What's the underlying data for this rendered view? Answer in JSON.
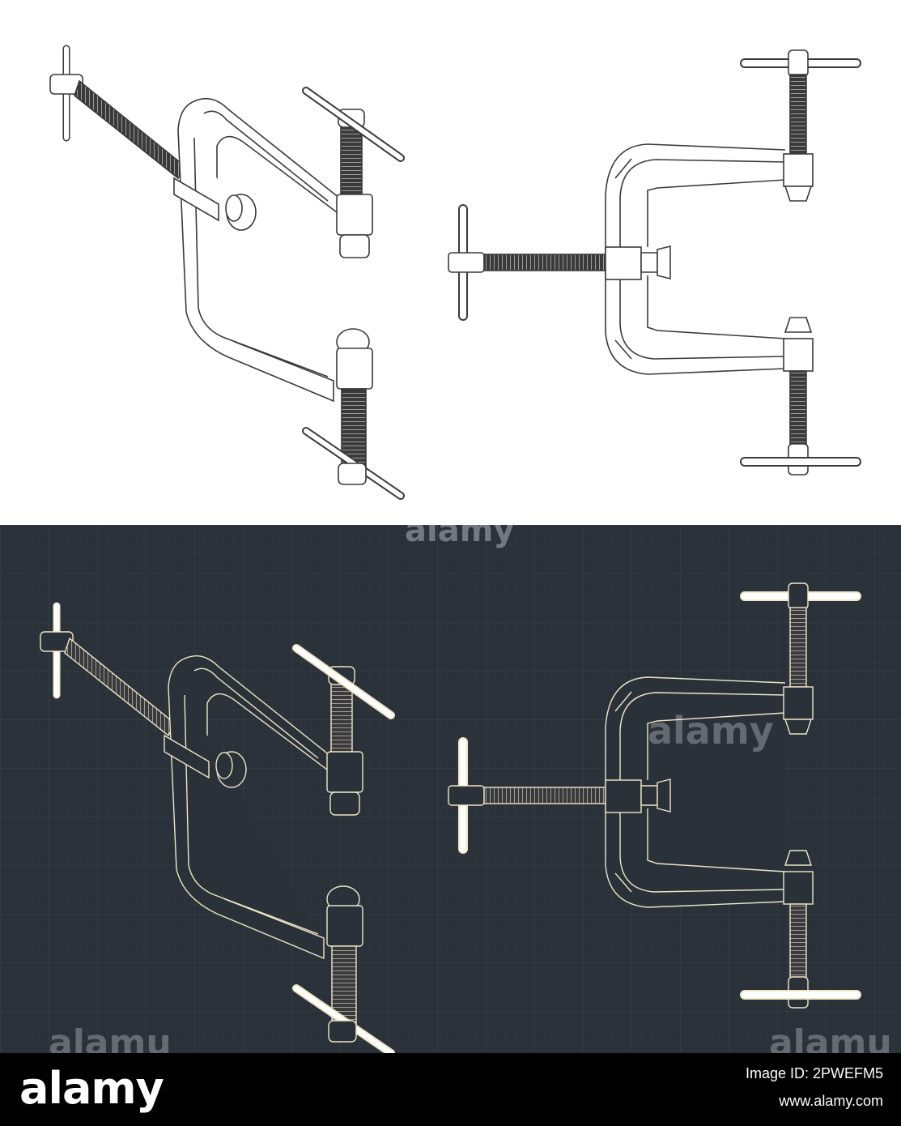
{
  "footer": {
    "brand": "alamy",
    "image_id": "Image ID: 2PWEFM5",
    "url": "www.alamy.com"
  },
  "watermarks": {
    "center": "alamy",
    "bottom_left": "alamu",
    "bottom_right": "alamu",
    "top_center": "alamy"
  },
  "colors": {
    "light_background": "#ffffff",
    "light_line": "#3a3a3a",
    "dark_background": "#2a3139",
    "dark_grid": "#36404a",
    "dark_line": "#f0e6c8",
    "thread_fill": "#d8c8a4",
    "footer_background": "#000000"
  },
  "drawings": [
    {
      "panel": "light",
      "view": "isometric",
      "icon": "c-clamp-isometric-icon"
    },
    {
      "panel": "light",
      "view": "front",
      "icon": "c-clamp-front-icon"
    },
    {
      "panel": "dark",
      "view": "isometric",
      "icon": "c-clamp-isometric-icon"
    },
    {
      "panel": "dark",
      "view": "front",
      "icon": "c-clamp-front-icon"
    }
  ]
}
